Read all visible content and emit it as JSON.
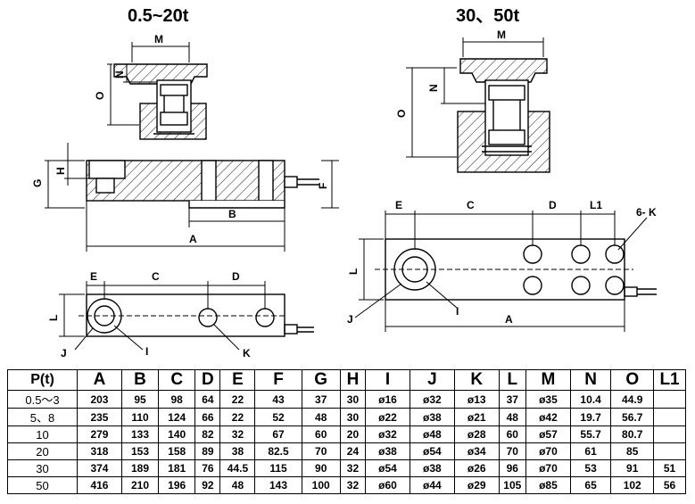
{
  "titles": {
    "left": "0.5~20t",
    "right": "30、50t"
  },
  "dimension_labels": {
    "A": "A",
    "B": "B",
    "C": "C",
    "D": "D",
    "E": "E",
    "F": "F",
    "G": "G",
    "H": "H",
    "I": "I",
    "J": "J",
    "K": "K",
    "L": "L",
    "M": "M",
    "N": "N",
    "O": "O",
    "L1": "L1",
    "six_k": "6- K"
  },
  "table": {
    "headers": [
      "P(t)",
      "A",
      "B",
      "C",
      "D",
      "E",
      "F",
      "G",
      "H",
      "I",
      "J",
      "K",
      "L",
      "M",
      "N",
      "O",
      "L1"
    ],
    "rows": [
      [
        "0.5～3",
        "203",
        "95",
        "98",
        "64",
        "22",
        "43",
        "37",
        "30",
        "ø16",
        "ø32",
        "ø13",
        "37",
        "ø35",
        "10.4",
        "44.9",
        ""
      ],
      [
        "5、8",
        "235",
        "110",
        "124",
        "66",
        "22",
        "52",
        "48",
        "30",
        "ø22",
        "ø38",
        "ø21",
        "48",
        "ø42",
        "19.7",
        "56.7",
        ""
      ],
      [
        "10",
        "279",
        "133",
        "140",
        "82",
        "32",
        "67",
        "60",
        "20",
        "ø32",
        "ø48",
        "ø28",
        "60",
        "ø57",
        "55.7",
        "80.7",
        ""
      ],
      [
        "20",
        "318",
        "153",
        "158",
        "89",
        "38",
        "82.5",
        "70",
        "24",
        "ø38",
        "ø54",
        "ø34",
        "70",
        "ø70",
        "61",
        "85",
        ""
      ],
      [
        "30",
        "374",
        "189",
        "181",
        "76",
        "44.5",
        "115",
        "90",
        "32",
        "ø54",
        "ø38",
        "ø26",
        "96",
        "ø70",
        "53",
        "91",
        "51"
      ],
      [
        "50",
        "416",
        "210",
        "196",
        "92",
        "48",
        "143",
        "100",
        "32",
        "ø60",
        "ø44",
        "ø29",
        "105",
        "ø85",
        "65",
        "102",
        "56"
      ]
    ]
  }
}
